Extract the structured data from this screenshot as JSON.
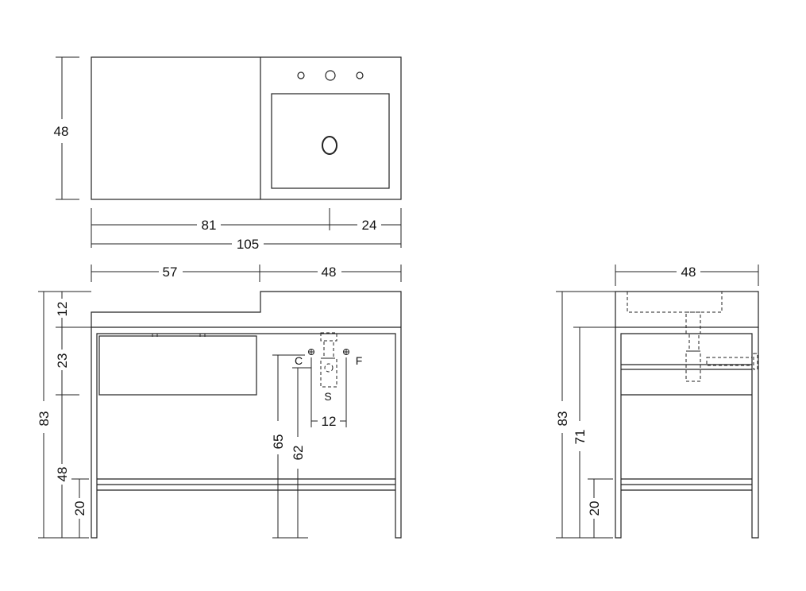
{
  "top_view": {
    "depth": "48",
    "length_left": "81",
    "length_right": "24",
    "total": "105"
  },
  "front_view": {
    "width_left": "57",
    "width_right": "48",
    "h_top": "12",
    "h_drawer": "23",
    "h_total": "83",
    "h_mid": "48",
    "h_shelf": "20",
    "h_c": "65",
    "h_f": "62",
    "spacing": "12",
    "label_c": "C",
    "label_f": "F",
    "label_s": "S"
  },
  "side_view": {
    "depth": "48",
    "h_total": "83",
    "h_cabinet": "71",
    "h_shelf": "20"
  }
}
